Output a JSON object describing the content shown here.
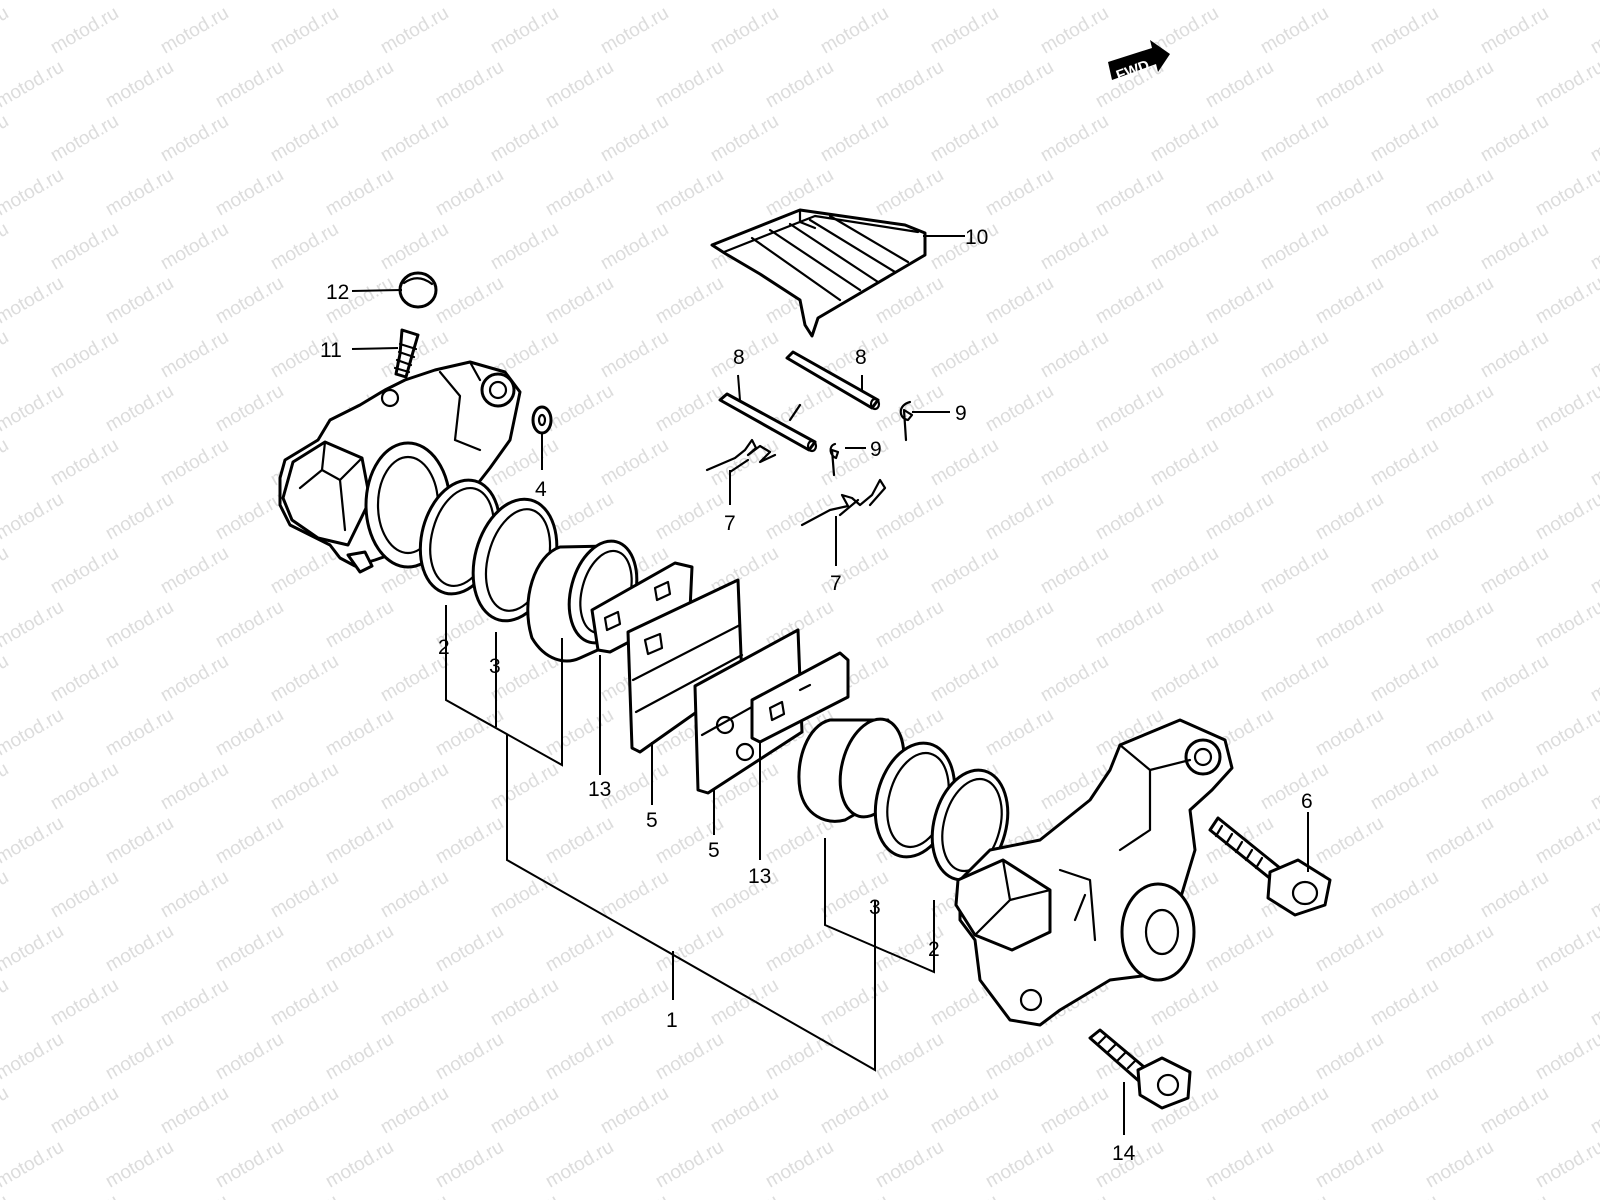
{
  "diagram": {
    "watermark": "motod.ru",
    "direction_badge": "FWD",
    "callouts": {
      "c1": "1",
      "c2a": "2",
      "c2b": "2",
      "c3a": "3",
      "c3b": "3",
      "c4": "4",
      "c5a": "5",
      "c5b": "5",
      "c6": "6",
      "c7a": "7",
      "c7b": "7",
      "c8a": "8",
      "c8b": "8",
      "c9a": "9",
      "c9b": "9",
      "c10": "10",
      "c11": "11",
      "c12": "12",
      "c13a": "13",
      "c13b": "13",
      "c14": "14"
    }
  }
}
